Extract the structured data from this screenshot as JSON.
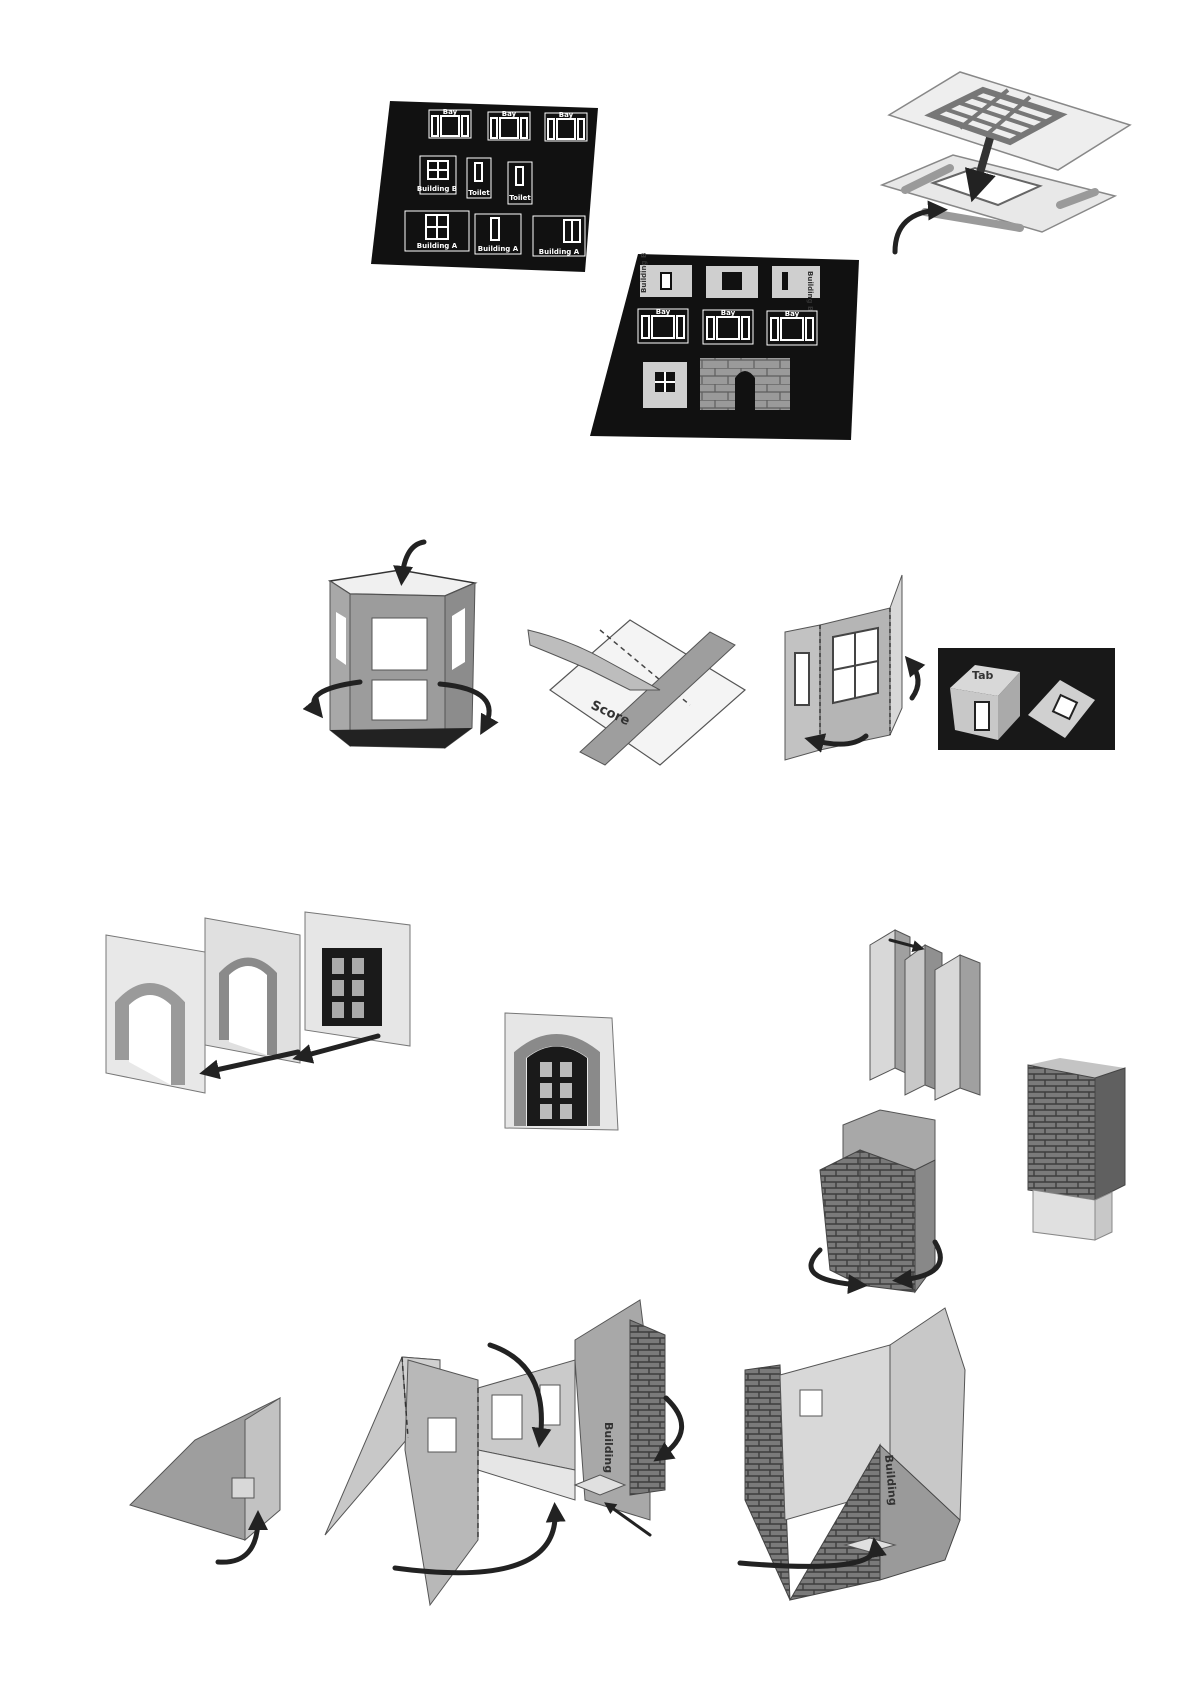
{
  "colors": {
    "sheet_black": "#111111",
    "card_light": "#e4e4e4",
    "card_mid": "#b0b0b0",
    "card_dark": "#7a7a7a",
    "stone": "#8e8e8e",
    "brick": "#6d6d6d",
    "arrow": "#222222"
  },
  "sheet_one": {
    "labels": {
      "bay_1": "Bay",
      "bay_2": "Bay",
      "bay_3": "Bay",
      "building_b": "Building B",
      "toilet_1": "Toilet",
      "toilet_2": "Toilet",
      "building_a_1": "Building A",
      "building_a_2": "Building A",
      "building_a_3": "Building A"
    }
  },
  "sheet_two": {
    "labels": {
      "bay_1": "Bay",
      "bay_2": "Bay",
      "bay_3": "Bay",
      "building_b_1": "Building B",
      "building_b_2": "Building B"
    }
  },
  "scoring": {
    "label": "Score"
  },
  "bay_photo": {
    "tab_label": "Tab"
  },
  "assembly": {
    "wall_label_1": "Building",
    "wall_label_2": "Building"
  },
  "icons": [
    "curved-arrow-icon",
    "straight-arrow-icon",
    "craft-knife-icon",
    "steel-ruler-icon"
  ]
}
